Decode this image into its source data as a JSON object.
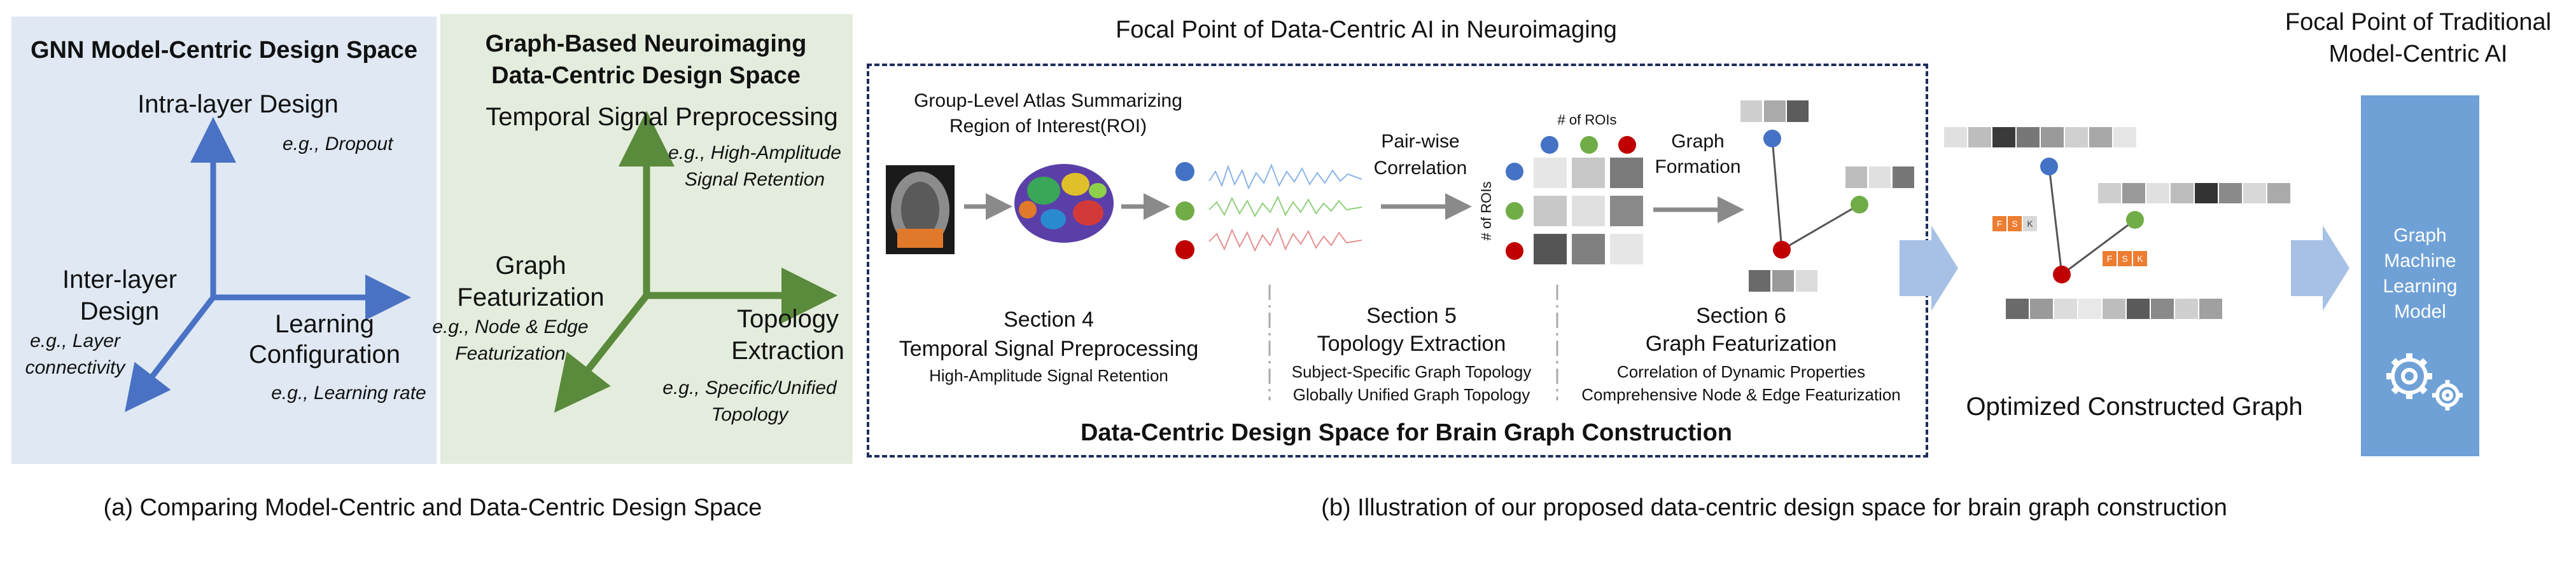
{
  "panel_a": {
    "title": "GNN Model-Centric Design Space",
    "intra_label": "Intra-layer Design",
    "intra_example": "e.g., Dropout",
    "inter_label_1": "Inter-layer",
    "inter_label_2": "Design",
    "inter_example_1": "e.g., Layer",
    "inter_example_2": "connectivity",
    "learning_label_1": "Learning",
    "learning_label_2": "Configuration",
    "learning_example": "e.g., Learning rate",
    "caption": "(a) Comparing Model-Centric and Data-Centric Design Space"
  },
  "panel_b": {
    "title_1": "Graph-Based Neuroimaging",
    "title_2": "Data-Centric Design Space",
    "temporal_label": "Temporal Signal Preprocessing",
    "temporal_example_1": "e.g., High-Amplitude",
    "temporal_example_2": "Signal Retention",
    "graph_label_1": "Graph",
    "graph_label_2": "Featurization",
    "graph_example_1": "e.g., Node & Edge",
    "graph_example_2": "Featurization",
    "topology_label_1": "Topology",
    "topology_label_2": "Extraction",
    "topology_example_1": "e.g., Specific/Unified",
    "topology_example_2": "Topology"
  },
  "panel_c": {
    "focal_title": "Focal Point of Data-Centric AI in Neuroimaging",
    "atlas_label_1": "Group-Level Atlas Summarizing",
    "atlas_label_2": "Region of Interest(ROI)",
    "pairwise_1": "Pair-wise",
    "pairwise_2": "Correlation",
    "rois_top": "# of ROIs",
    "rois_side": "# of ROIs",
    "graph_formation_1": "Graph",
    "graph_formation_2": "Formation",
    "s4_head": "Section 4",
    "s4_title": "Temporal Signal Preprocessing",
    "s4_sub": "High-Amplitude Signal Retention",
    "s5_head": "Section 5",
    "s5_title": "Topology Extraction",
    "s5_sub1": "Subject-Specific Graph Topology",
    "s5_sub2": "Globally Unified Graph Topology",
    "s6_head": "Section 6",
    "s6_title": "Graph Featurization",
    "s6_sub1": "Correlation of Dynamic Properties",
    "s6_sub2": "Comprehensive Node & Edge Featurization",
    "box_title": "Data-Centric Design Space for Brain Graph Construction",
    "optimized": "Optimized Constructed Graph",
    "caption": "(b) Illustration of our proposed data-centric design space for brain graph construction"
  },
  "model": {
    "focal_1": "Focal Point of Traditional",
    "focal_2": "Model-Centric AI",
    "box_1": "Graph",
    "box_2": "Machine",
    "box_3": "Learning",
    "box_4": "Model"
  },
  "feature_tags": [
    "F",
    "S",
    "K"
  ],
  "colors": {
    "panel_a_bg": "#dfe8f3",
    "panel_b_bg": "#e4eddd",
    "axis_blue": "#4a72c4",
    "axis_green": "#5a8a3c",
    "node_blue": "#4472c4",
    "node_green": "#70ad47",
    "node_red": "#c00000",
    "model_box": "#6fa1d6",
    "tag_orange": "#ed7d31"
  },
  "icons": [
    "brain-mri-icon",
    "brain-atlas-icon",
    "time-series-icon",
    "gear-icon"
  ]
}
